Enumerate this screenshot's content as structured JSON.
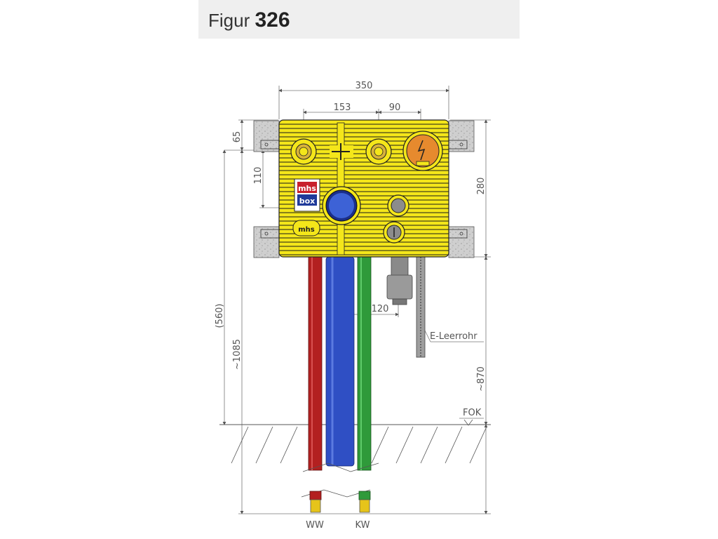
{
  "header": {
    "figure_word": "Figur",
    "figure_number": "326"
  },
  "dimensions": {
    "width_total": "350",
    "spacing_left": "153",
    "spacing_right": "90",
    "top_offset": "65",
    "vertical_spacing": "110",
    "height_box": "280",
    "height_lower": "(560)",
    "height_total": "~1085",
    "height_floor": "~870",
    "pipe_offset": "120"
  },
  "labels": {
    "conduit": "E-Leerrohr",
    "floor_level": "FOK",
    "hot_water": "WW",
    "cold_water": "KW",
    "logo_top": "mhs",
    "logo_bottom": "box",
    "logo_small": "mhs"
  },
  "colors": {
    "box_yellow": "#f4e61a",
    "pipe_red": "#b32020",
    "pipe_blue": "#2f4fc4",
    "pipe_green": "#2f9a3a",
    "orange": "#e68a2e",
    "bracket_gray": "#c8c8c8"
  }
}
